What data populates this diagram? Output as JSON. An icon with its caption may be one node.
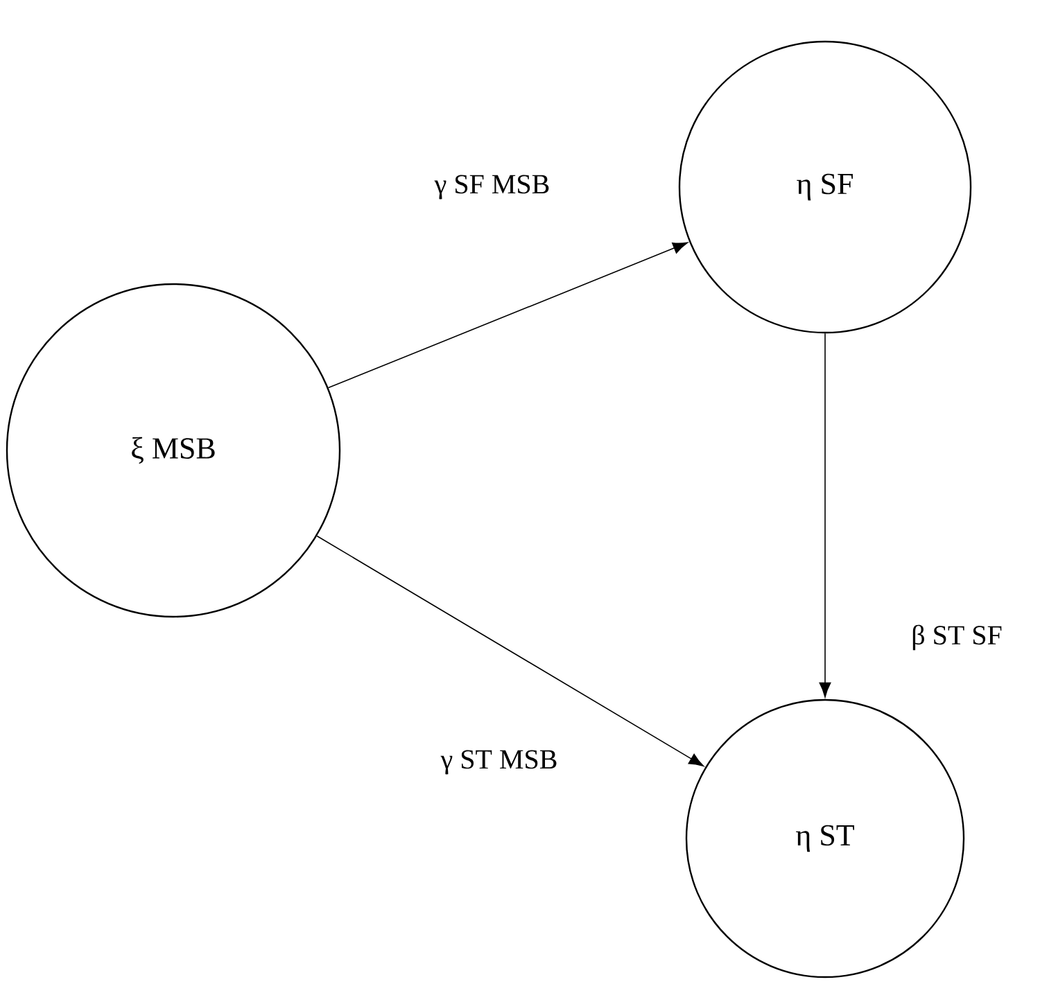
{
  "diagram": {
    "nodes": [
      {
        "text": [
          "ξ MSB"
        ]
      },
      {
        "text": [
          "η SF"
        ]
      },
      {
        "text": [
          "η ST"
        ]
      }
    ],
    "edges": [
      {
        "from": 0,
        "to": 1,
        "arrow": "to",
        "label": "γ SF MSB"
      },
      {
        "from": 1,
        "to": 2,
        "arrow": "to",
        "label": "β ST SF"
      },
      {
        "from": 0,
        "to": 2,
        "arrow": "to",
        "label": "γ ST MSB"
      }
    ]
  }
}
